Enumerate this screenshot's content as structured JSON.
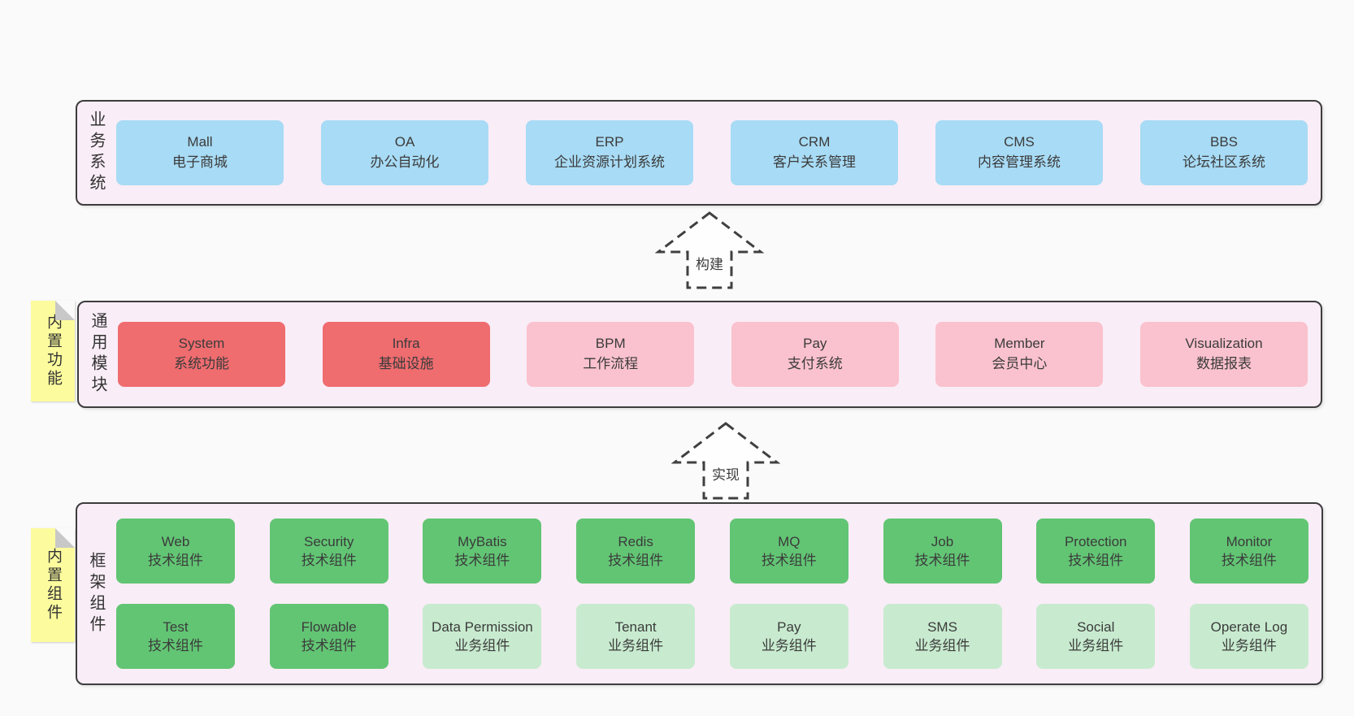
{
  "colors": {
    "page_bg": "#fafafa",
    "band_bg": "#f9edf7",
    "band_border": "#3d3d3d",
    "blue_box": "#a8dbf5",
    "red_box": "#ef6c6f",
    "pink_box": "#fac2ce",
    "green_box": "#62c574",
    "light_green_box": "#c8ebcf",
    "sticky_yellow": "#fcfc9e"
  },
  "business": {
    "label": "业务系统",
    "boxes": [
      {
        "name": "Mall",
        "desc": "电子商城"
      },
      {
        "name": "OA",
        "desc": "办公自动化"
      },
      {
        "name": "ERP",
        "desc": "企业资源计划系统"
      },
      {
        "name": "CRM",
        "desc": "客户关系管理"
      },
      {
        "name": "CMS",
        "desc": "内容管理系统"
      },
      {
        "name": "BBS",
        "desc": "论坛社区系统"
      }
    ]
  },
  "arrows": {
    "build": "构建",
    "implement": "实现"
  },
  "modules": {
    "sticky": "内置功能",
    "label": "通用模块",
    "boxes": [
      {
        "name": "System",
        "desc": "系统功能"
      },
      {
        "name": "Infra",
        "desc": "基础设施"
      },
      {
        "name": "BPM",
        "desc": "工作流程"
      },
      {
        "name": "Pay",
        "desc": "支付系统"
      },
      {
        "name": "Member",
        "desc": "会员中心"
      },
      {
        "name": "Visualization",
        "desc": "数据报表"
      }
    ]
  },
  "framework": {
    "sticky": "内置组件",
    "label": "框架组件",
    "row1": [
      {
        "name": "Web",
        "desc": "技术组件"
      },
      {
        "name": "Security",
        "desc": "技术组件"
      },
      {
        "name": "MyBatis",
        "desc": "技术组件"
      },
      {
        "name": "Redis",
        "desc": "技术组件"
      },
      {
        "name": "MQ",
        "desc": "技术组件"
      },
      {
        "name": "Job",
        "desc": "技术组件"
      },
      {
        "name": "Protection",
        "desc": "技术组件"
      },
      {
        "name": "Monitor",
        "desc": "技术组件"
      }
    ],
    "row2": [
      {
        "name": "Test",
        "desc": "技术组件"
      },
      {
        "name": "Flowable",
        "desc": "技术组件"
      },
      {
        "name": "Data Permission",
        "desc": "业务组件"
      },
      {
        "name": "Tenant",
        "desc": "业务组件"
      },
      {
        "name": "Pay",
        "desc": "业务组件"
      },
      {
        "name": "SMS",
        "desc": "业务组件"
      },
      {
        "name": "Social",
        "desc": "业务组件"
      },
      {
        "name": "Operate Log",
        "desc": "业务组件"
      }
    ]
  }
}
